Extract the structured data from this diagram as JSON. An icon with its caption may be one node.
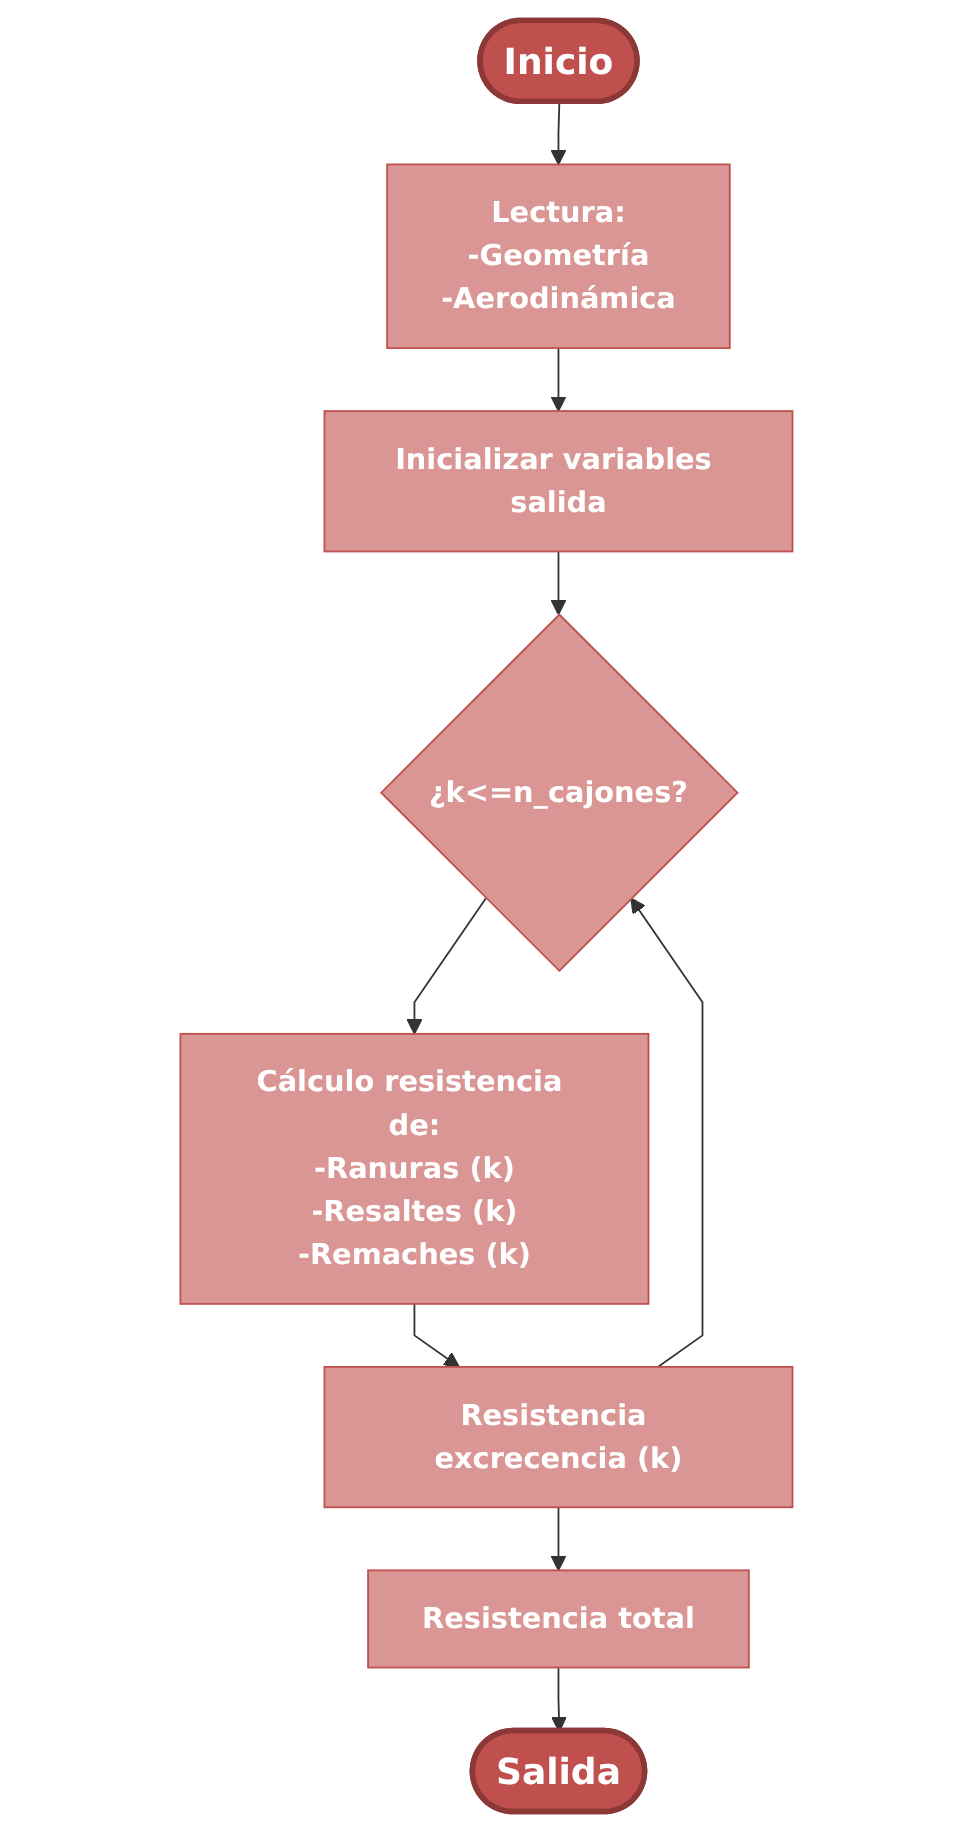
{
  "diagram": {
    "nodes": [
      {
        "text": [
          "Inicio"
        ]
      },
      {
        "text": [
          "Lectura:",
          "-Geometría",
          "-Aerodinámica"
        ]
      },
      {
        "text": [
          "Inicializar variables salida"
        ]
      },
      {
        "text": [
          "¿k<=n_cajones?"
        ]
      },
      {
        "text": [
          "Cálculo resistencia de:",
          "-Ranuras (k)",
          "-Resaltes (k)",
          "-Remaches (k)"
        ]
      },
      {
        "text": [
          "Resistencia excrecencia (k)"
        ]
      },
      {
        "text": [
          "Resistencia total"
        ]
      },
      {
        "text": [
          "Salida"
        ]
      }
    ],
    "edges": [
      {
        "from": 0,
        "to": 1,
        "arrow": "to"
      },
      {
        "from": 1,
        "to": 2,
        "arrow": "to"
      },
      {
        "from": 2,
        "to": 3,
        "arrow": "to"
      },
      {
        "from": 3,
        "to": 4,
        "arrow": "to"
      },
      {
        "from": 4,
        "to": 5,
        "arrow": "to"
      },
      {
        "from": 5,
        "to": 3,
        "arrow": "to"
      },
      {
        "from": 5,
        "to": 6,
        "arrow": "to"
      },
      {
        "from": 6,
        "to": 7,
        "arrow": "to"
      }
    ]
  }
}
